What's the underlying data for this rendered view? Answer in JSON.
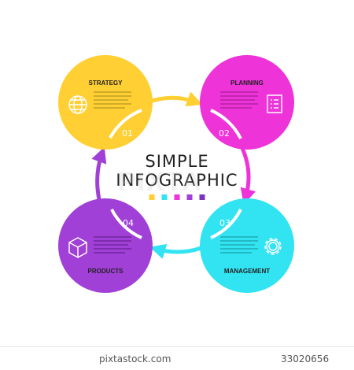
{
  "title": {
    "line1": "SIMPLE",
    "line2": "INFOGRAPHIC",
    "swatches": [
      "#ffcf33",
      "#32e4f2",
      "#ee33d8",
      "#a040d6",
      "#7a34c2"
    ]
  },
  "steps": [
    {
      "title": "STRATEGY",
      "number": "01",
      "color": "#ffcf33",
      "icon": "globe-icon"
    },
    {
      "title": "PLANNING",
      "number": "02",
      "color": "#ee33d8",
      "icon": "list-icon"
    },
    {
      "title": "MANAGEMENT",
      "number": "03",
      "color": "#32e4f2",
      "icon": "gear-icon"
    },
    {
      "title": "PRODUCTS",
      "number": "04",
      "color": "#a040d6",
      "icon": "cube-icon"
    }
  ],
  "watermark": "PIXTA",
  "footer": {
    "brand": "pixtastock.com",
    "number": "33020656"
  }
}
